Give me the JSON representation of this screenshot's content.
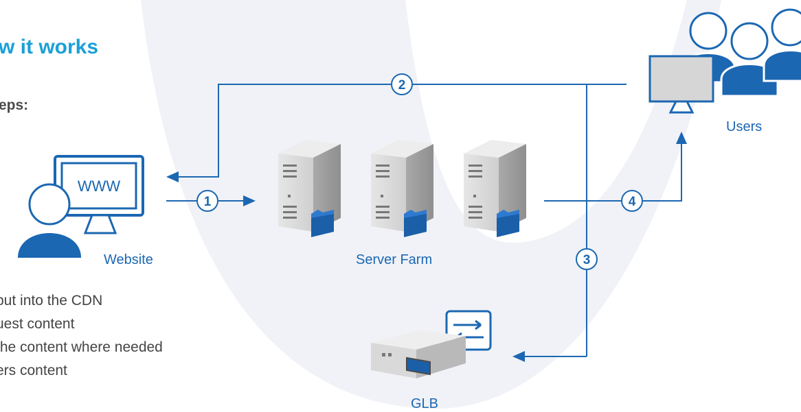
{
  "heading": "w it works",
  "subheading": "eps:",
  "steps": [
    "put into the CDN",
    "uest content",
    "the content where needed",
    "ers content"
  ],
  "nodes": {
    "website": {
      "label": "Website",
      "screen_text": "WWW"
    },
    "server_farm": {
      "label": "Server Farm"
    },
    "users": {
      "label": "Users"
    },
    "glb": {
      "label": "GLB"
    }
  },
  "step_markers": [
    "1",
    "2",
    "3",
    "4"
  ],
  "colors": {
    "heading": "#1aa0d6",
    "flow": "#1b67b2",
    "body_text": "#444444",
    "backdrop": "#f0f2f7",
    "server_grey": "#c8c8c8",
    "folder": "#1b5fa8"
  }
}
